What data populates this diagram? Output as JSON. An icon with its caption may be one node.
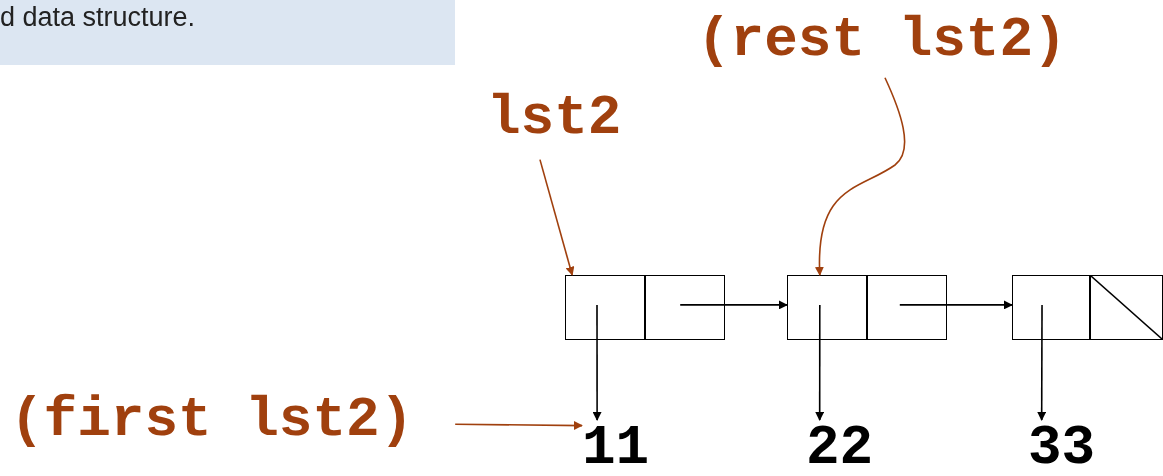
{
  "diagram": {
    "nodes": [
      {
        "text": [
          "(rest lst2)"
        ]
      },
      {
        "text": [
          "lst2"
        ]
      },
      {
        "text": [],
        "shape": "box"
      },
      {
        "text": [],
        "shape": "box"
      },
      {
        "text": [],
        "shape": "box"
      },
      {
        "text": [],
        "shape": "box"
      },
      {
        "text": [],
        "shape": "box"
      },
      {
        "text": [],
        "shape": "box"
      },
      {
        "text": [
          "(first lst2)"
        ]
      },
      {
        "text": [
          "11"
        ]
      },
      {
        "text": [
          "22"
        ]
      },
      {
        "text": [
          "33"
        ]
      }
    ],
    "edges": [
      {
        "from": 1,
        "to": 2,
        "arrow": "to",
        "color": "#a0400e"
      },
      {
        "from": 0,
        "to": 4,
        "arrow": "to",
        "color": "#a0400e"
      },
      {
        "from": 3,
        "to": 4,
        "arrow": "to"
      },
      {
        "from": 5,
        "to": 6,
        "arrow": "to"
      },
      {
        "from": 2,
        "to": 9,
        "arrow": "to"
      },
      {
        "from": 4,
        "to": 10,
        "arrow": "to"
      },
      {
        "from": 6,
        "to": 11,
        "arrow": "to"
      },
      {
        "from": 8,
        "to": 9,
        "arrow": "to",
        "color": "#a0400e"
      }
    ],
    "labels": [
      "d data structure."
    ]
  }
}
